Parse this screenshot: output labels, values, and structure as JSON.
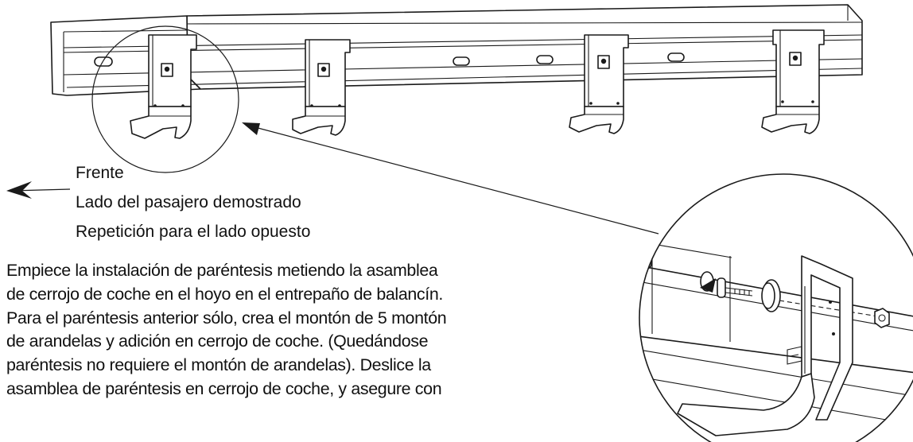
{
  "labels": {
    "front": "Frente",
    "shown_side": "Lado del pasajero demostrado",
    "repeat": "Repetición para el lado opuesto"
  },
  "instructions": [
    "Empiece la instalación de paréntesis metiendo la asamblea",
    "de cerrojo de coche en el hoyo en el entrepaño de balancín.",
    "Para el paréntesis anterior sólo, crea el montón de 5 montón",
    "de arandelas y adición en cerrojo de coche. (Quedándose",
    "paréntesis no requiere el montón de arandelas). Deslice la",
    "asamblea de paréntesis en cerrojo de coche, y asegure con"
  ]
}
